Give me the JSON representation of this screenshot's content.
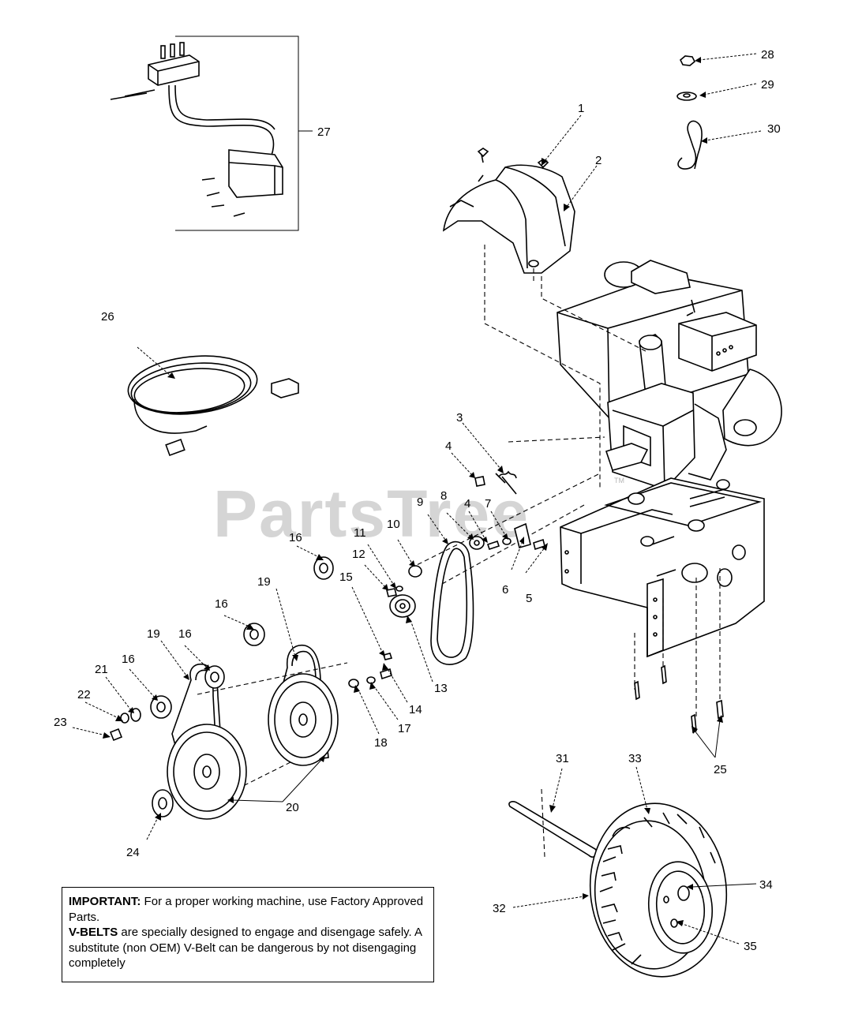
{
  "watermark": {
    "text": "PartsTree",
    "trademark": "TM"
  },
  "callouts": [
    "1",
    "2",
    "3",
    "4",
    "4",
    "5",
    "6",
    "7",
    "8",
    "9",
    "10",
    "11",
    "12",
    "13",
    "14",
    "15",
    "16",
    "16",
    "16",
    "16",
    "17",
    "18",
    "19",
    "19",
    "20",
    "21",
    "22",
    "23",
    "24",
    "25",
    "26",
    "27",
    "28",
    "29",
    "30",
    "31",
    "32",
    "33",
    "34",
    "35"
  ],
  "notice": {
    "important_label": "IMPORTANT:",
    "important_text": " For a proper working machine, use Factory Approved Parts.",
    "vbelts_label": "V-BELTS",
    "vbelts_text": " are specially designed to engage and disengage safely.  A substitute (non OEM) V-Belt can be dangerous by not disengaging completely"
  }
}
